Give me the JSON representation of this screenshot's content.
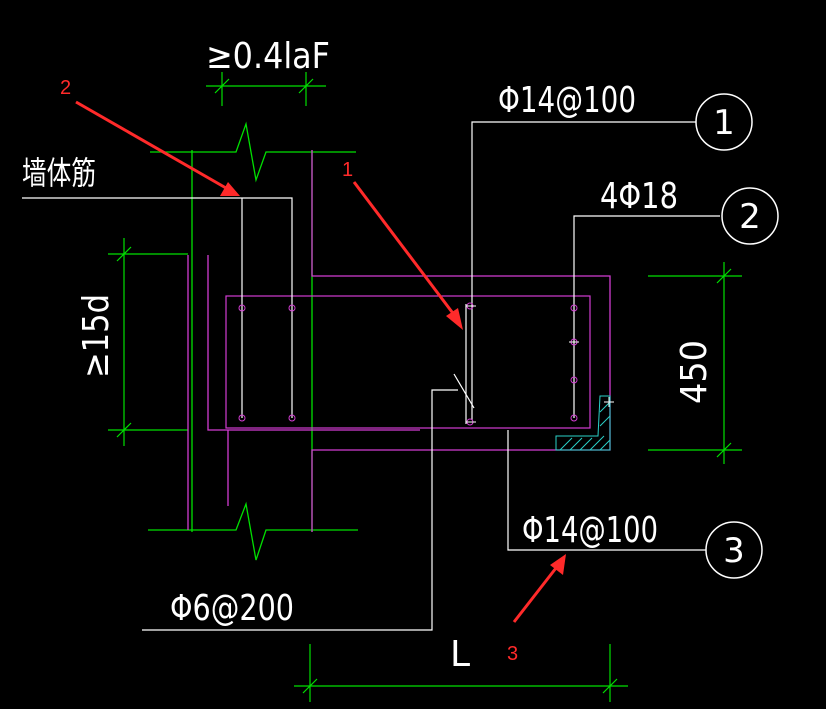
{
  "labels": {
    "anchorage": "≥0.4laF",
    "top_stirrup": "Φ14@100",
    "wall_rebar": "墙体筋",
    "bars": "4Φ18",
    "min_len": "≥15d",
    "height": "450",
    "bottom_stirrup": "Φ14@100",
    "tie": "Φ6@200",
    "span": "L"
  },
  "callouts": [
    "1",
    "2",
    "3"
  ],
  "markers": {
    "red_1": "1",
    "red_2": "2",
    "red_3": "3"
  },
  "colors": {
    "background": "#000000",
    "white": "#ffffff",
    "green": "#00e000",
    "magenta": "#d23cd2",
    "red": "#ff2a2a",
    "hatch": "#2ad2c8"
  }
}
